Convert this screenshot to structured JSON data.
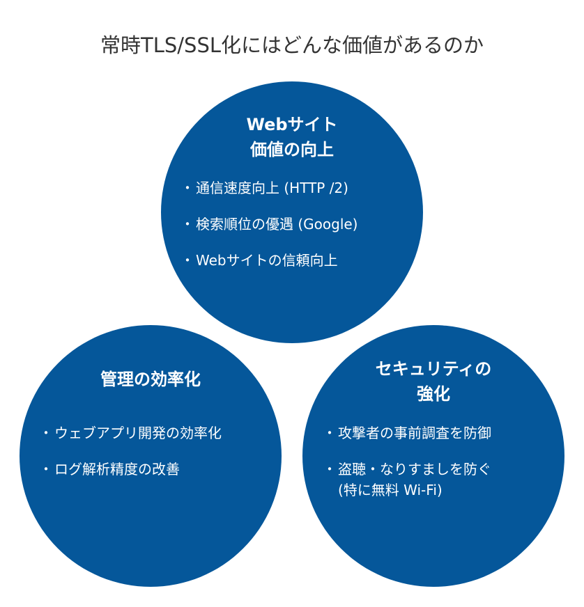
{
  "title": "常時TLS/SSL化にはどんな価値があるのか",
  "bullet_glyph": "・",
  "circles": [
    {
      "heading": [
        "Webサイト",
        "価値の向上"
      ],
      "items": [
        "通信速度向上 (HTTP /2)",
        "検索順位の優遇 (Google)",
        "Webサイトの信頼向上"
      ]
    },
    {
      "heading": [
        "管理の効率化"
      ],
      "items": [
        "ウェブアプリ開発の効率化",
        "ログ解析精度の改善"
      ]
    },
    {
      "heading": [
        "セキュリティの",
        "強化"
      ],
      "items": [
        "攻撃者の事前調査を防御",
        "盗聴・なりすましを防ぐ\n(特に無料 Wi-Fi)"
      ]
    }
  ],
  "colors": {
    "circle": "#05579a",
    "title": "#333333"
  }
}
